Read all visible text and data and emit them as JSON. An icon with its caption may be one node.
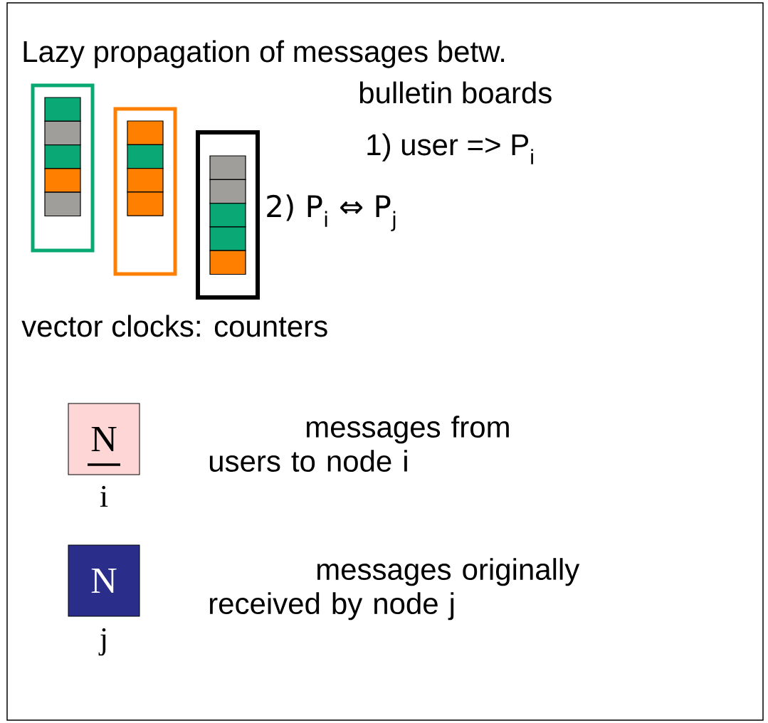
{
  "diagram": {
    "nodes": [
      {
        "text": [],
        "shape": "box"
      },
      {
        "text": [],
        "shape": "box",
        "in": 0
      },
      {
        "text": [],
        "shape": "box",
        "in": 0
      },
      {
        "text": [],
        "shape": "box",
        "in": 0
      },
      {
        "text": [],
        "shape": "box",
        "in": 0
      },
      {
        "text": [],
        "shape": "box",
        "in": 0
      },
      {
        "text": [],
        "shape": "box"
      },
      {
        "text": [],
        "shape": "box",
        "in": 6
      },
      {
        "text": [],
        "shape": "box",
        "in": 6
      },
      {
        "text": [],
        "shape": "box",
        "in": 6
      },
      {
        "text": [],
        "shape": "box",
        "in": 6
      },
      {
        "text": [],
        "shape": "box"
      },
      {
        "text": [],
        "shape": "box",
        "in": 11
      },
      {
        "text": [],
        "shape": "box",
        "in": 11
      },
      {
        "text": [],
        "shape": "box",
        "in": 11
      },
      {
        "text": [],
        "shape": "box",
        "in": 11
      },
      {
        "text": [],
        "shape": "box",
        "in": 11
      },
      {
        "text": [
          "N"
        ],
        "beside": [
          "i"
        ]
      },
      {
        "text": [
          "N"
        ],
        "beside": [
          "j"
        ]
      }
    ],
    "labels": [
      "Lazy propagation of messages betw.",
      "bulletin boards",
      "1) user => P$_{i}$",
      "2) P$_{i}$ ⇔ P$_{j}$",
      "vector clocks: counters",
      "messages from users to node i",
      "messages originally received by node j"
    ]
  }
}
